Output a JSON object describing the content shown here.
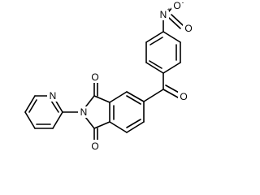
{
  "molecule": {
    "atoms": {
      "nitro_n": {
        "label": "N",
        "charge": "+"
      },
      "nitro_o_top": {
        "label": "O",
        "charge": "-"
      },
      "nitro_o_right": {
        "label": "O"
      },
      "ketone_o": {
        "label": "O"
      },
      "imide_o_top": {
        "label": "O"
      },
      "imide_o_bottom": {
        "label": "O"
      },
      "imide_n": {
        "label": "N"
      },
      "pyridine_n": {
        "label": "N"
      }
    }
  },
  "colors": {
    "bond": "#000000",
    "label": "#000000",
    "background": "#ffffff"
  }
}
